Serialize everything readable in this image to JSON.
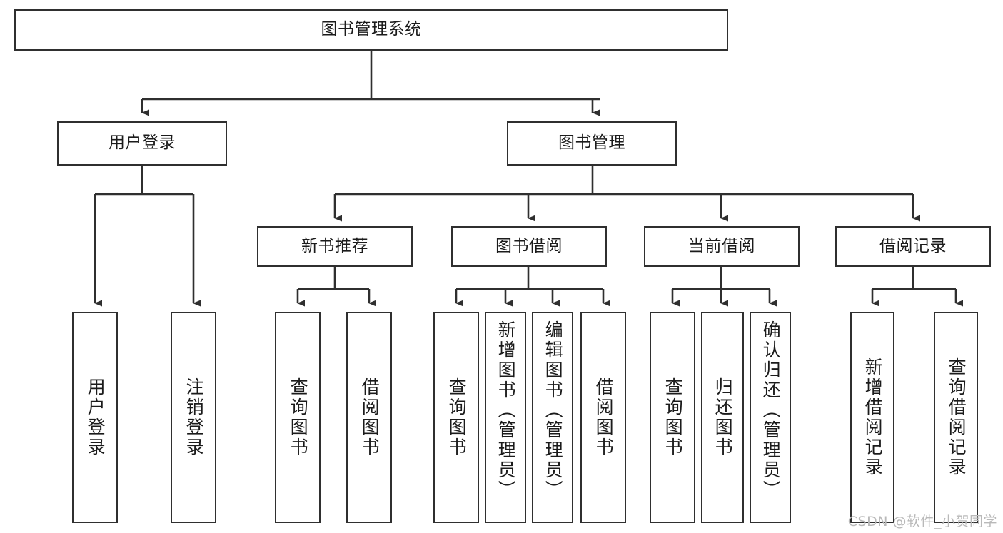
{
  "diagram": {
    "title": "图书管理系统",
    "type": "tree",
    "watermark": "CSDN @软件_小贺同学",
    "nodes": {
      "root": {
        "label": "图书管理系统"
      },
      "l1": [
        {
          "id": "user_login",
          "label": "用户登录"
        },
        {
          "id": "book_mgmt",
          "label": "图书管理"
        }
      ],
      "l2": [
        {
          "id": "new_book_rec",
          "label": "新书推荐"
        },
        {
          "id": "book_borrow",
          "label": "图书借阅"
        },
        {
          "id": "current_borrow",
          "label": "当前借阅"
        },
        {
          "id": "borrow_record",
          "label": "借阅记录"
        }
      ],
      "leaves": [
        {
          "id": "leaf_user_login",
          "label": "用户登录",
          "parent": "user_login"
        },
        {
          "id": "leaf_user_logout",
          "label": "注销登录",
          "parent": "user_login"
        },
        {
          "id": "leaf_rec_query",
          "label": "查询图书",
          "parent": "new_book_rec"
        },
        {
          "id": "leaf_rec_borrow",
          "label": "借阅图书",
          "parent": "new_book_rec"
        },
        {
          "id": "leaf_bb_query",
          "label": "查询图书",
          "parent": "book_borrow"
        },
        {
          "id": "leaf_bb_add",
          "label": "新增图书（管理员）",
          "parent": "book_borrow"
        },
        {
          "id": "leaf_bb_edit",
          "label": "编辑图书（管理员）",
          "parent": "book_borrow"
        },
        {
          "id": "leaf_bb_borrow",
          "label": "借阅图书",
          "parent": "book_borrow"
        },
        {
          "id": "leaf_cb_query",
          "label": "查询图书",
          "parent": "current_borrow"
        },
        {
          "id": "leaf_cb_return",
          "label": "归还图书",
          "parent": "current_borrow"
        },
        {
          "id": "leaf_cb_confirm",
          "label": "确认归还（管理员）",
          "parent": "current_borrow"
        },
        {
          "id": "leaf_br_add",
          "label": "新增借阅记录",
          "parent": "borrow_record"
        },
        {
          "id": "leaf_br_query",
          "label": "查询借阅记录",
          "parent": "borrow_record"
        }
      ]
    },
    "colors": {
      "stroke": "#2f2f2f",
      "fill": "#ffffff",
      "text": "#1b1b1b",
      "watermark": "#b9b9b9"
    }
  }
}
